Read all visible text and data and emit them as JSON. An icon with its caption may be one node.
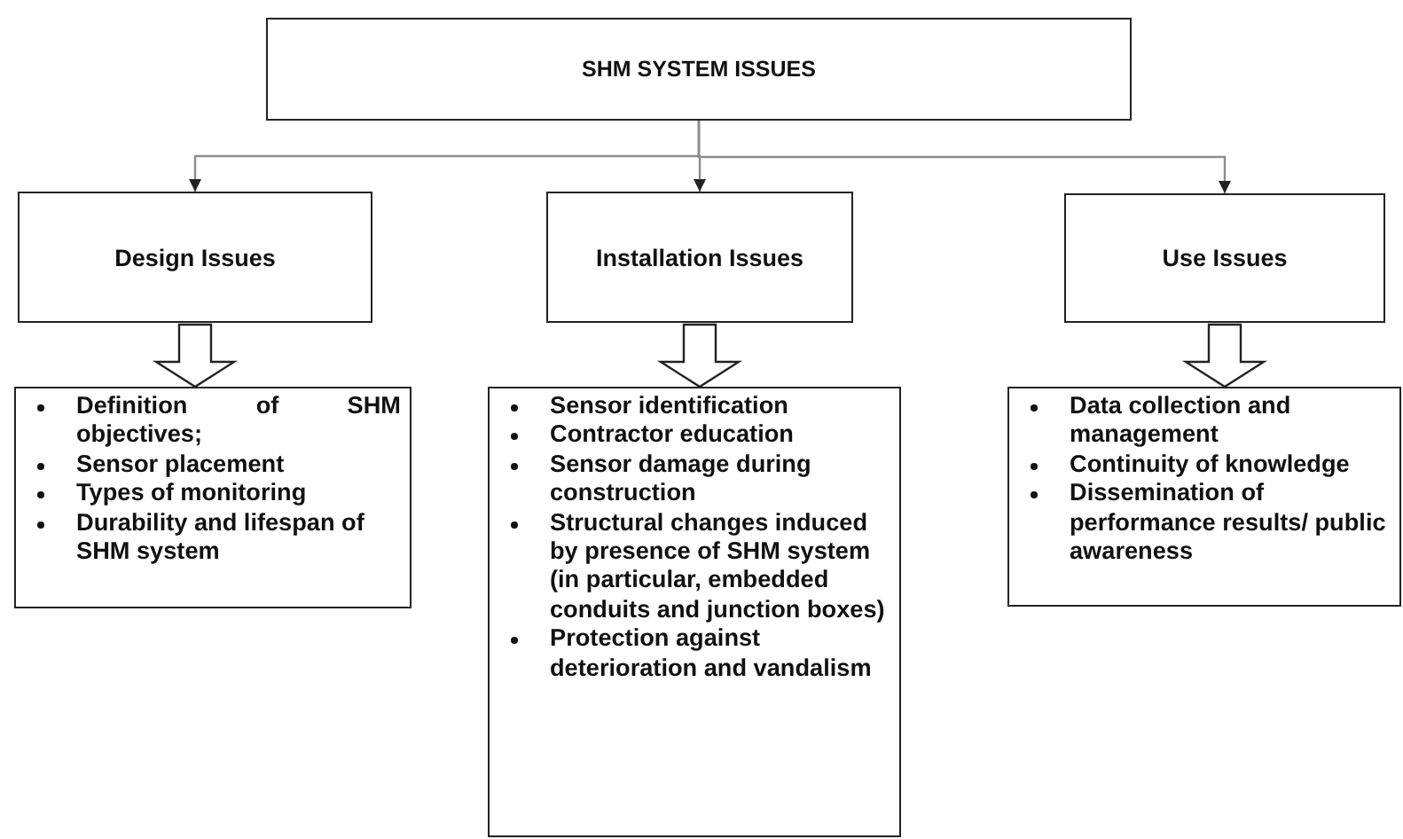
{
  "diagram": {
    "nodes": [
      {
        "text": [
          "SHM SYSTEM ISSUES"
        ]
      },
      {
        "text": [
          "Design Issues"
        ]
      },
      {
        "text": [
          "Installation Issues"
        ]
      },
      {
        "text": [
          "Use Issues"
        ]
      },
      {
        "text": [
          "Definition of SHM objectives;",
          "Sensor placement",
          "Types of monitoring",
          "Durability and lifespan of SHM system"
        ]
      },
      {
        "text": [
          "Sensor identification",
          "Contractor education",
          "Sensor damage during construction",
          "Structural changes induced by presence of SHM system (in particular, embedded conduits and junction boxes)",
          "Protection against deterioration and vandalism"
        ]
      },
      {
        "text": [
          "Data collection and management",
          "Continuity of knowledge",
          "Dissemination of performance results/ public awareness"
        ]
      }
    ],
    "edges": [
      {
        "from": 0,
        "to": 1,
        "arrow": "to",
        "color": "#8c8c8c"
      },
      {
        "from": 0,
        "to": 2,
        "arrow": "to",
        "color": "#8c8c8c"
      },
      {
        "from": 0,
        "to": 3,
        "arrow": "to",
        "color": "#8c8c8c"
      },
      {
        "from": 1,
        "to": 4,
        "arrow": "to",
        "style": "thick"
      },
      {
        "from": 2,
        "to": 5,
        "arrow": "to",
        "style": "thick"
      },
      {
        "from": 3,
        "to": 6,
        "arrow": "to",
        "style": "thick"
      }
    ]
  }
}
